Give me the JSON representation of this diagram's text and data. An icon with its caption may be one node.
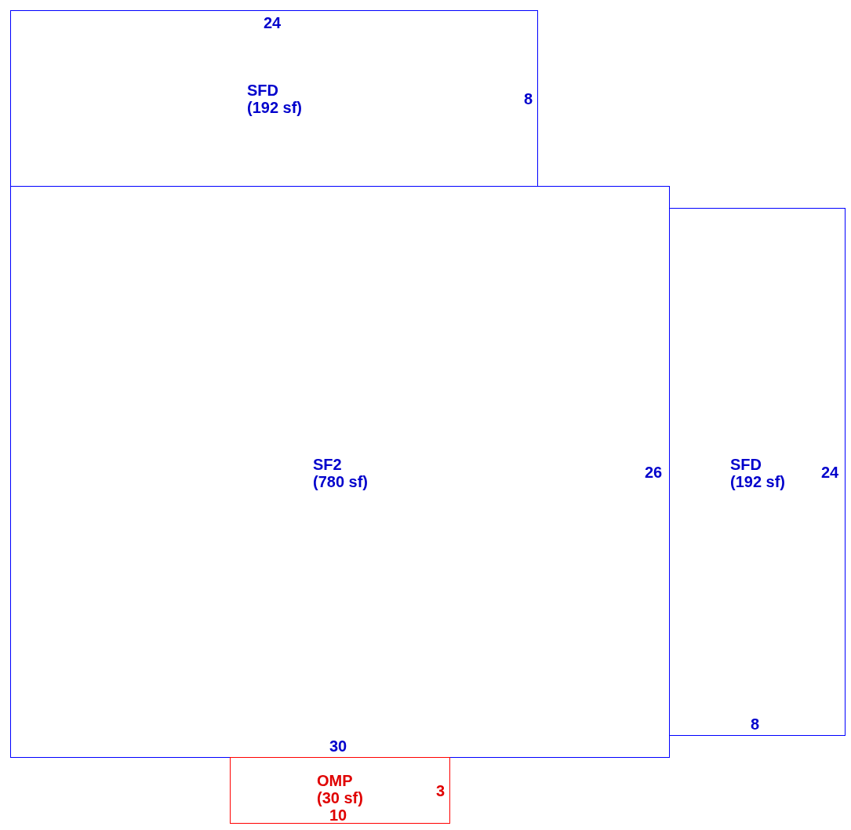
{
  "diagram": {
    "nodes": [
      {
        "text": [
          "24",
          "SFD (192 sf)",
          "8"
        ]
      },
      {
        "text": [
          "SF2 (780 sf)",
          "26",
          "30"
        ]
      },
      {
        "text": [
          "SFD (192 sf)",
          "24",
          "8"
        ]
      },
      {
        "text": [
          "OMP (30 sf)",
          "3",
          "10"
        ]
      }
    ]
  }
}
